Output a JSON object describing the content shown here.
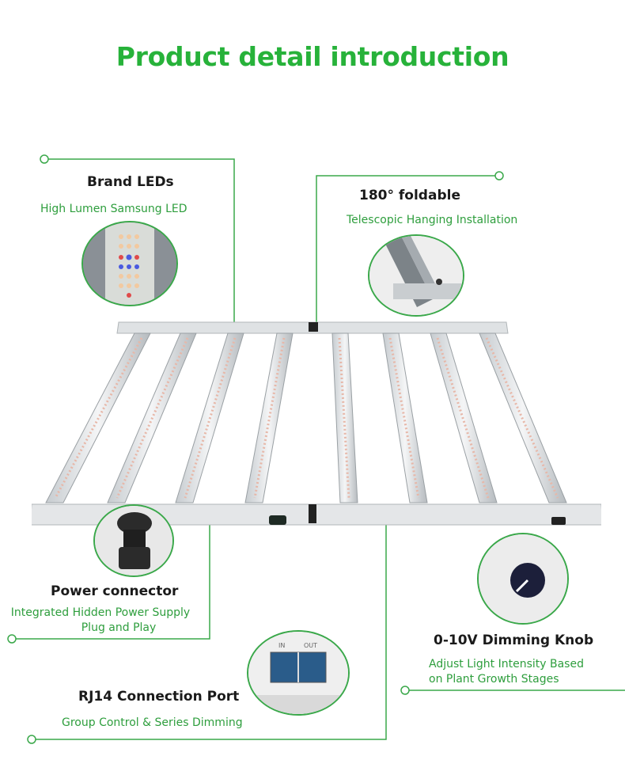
{
  "title": "Product detail introduction",
  "features": {
    "brand_leds": {
      "heading": "Brand LEDs",
      "sub": "High Lumen Samsung LED"
    },
    "foldable": {
      "heading": "180° foldable",
      "sub": "Telescopic Hanging Installation"
    },
    "power": {
      "heading": "Power connector",
      "sub1": "Integrated Hidden Power Supply",
      "sub2": "Plug and Play"
    },
    "dimming": {
      "heading": "0-10V Dimming Knob",
      "sub1": "Adjust Light Intensity Based",
      "sub2": "on Plant Growth Stages"
    },
    "rj14": {
      "heading": "RJ14 Connection Port",
      "sub": "Group Control & Series Dimming",
      "port_labels": [
        "IN",
        "OUT"
      ]
    }
  },
  "colors": {
    "accent": "#27b23a",
    "line": "#3aa84a",
    "heading": "#1a1a1a"
  }
}
